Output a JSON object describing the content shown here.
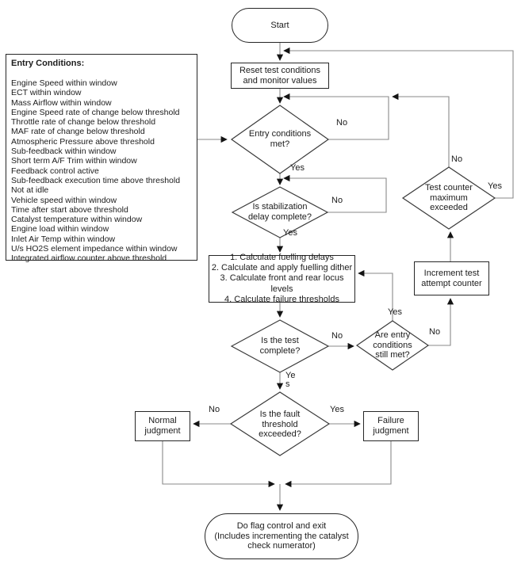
{
  "colors": {
    "background": "#ffffff",
    "ink": "#1c1c1c",
    "line": "#8a8a8a",
    "shape-border": "#3a3a3a",
    "arrow": "#141414"
  },
  "panel": {
    "title": "Entry Conditions:",
    "items": [
      "Engine Speed within window",
      "ECT within window",
      "Mass Airflow within window",
      "Engine Speed rate of change below threshold",
      "Throttle rate of change below threshold",
      "MAF rate of change below threshold",
      "Atmospheric Pressure above threshold",
      "Sub-feedback within window",
      "Short term A/F Trim within window",
      "Feedback control active",
      "Sub-feedback execution time above threshold",
      "Not at idle",
      "Vehicle speed within window",
      "Time after start above threshold",
      "Catalyst temperature within window",
      "Engine load within window",
      "Inlet Air Temp within window",
      "U/s HO2S element impedance within window",
      "Integrated airflow counter above threshold"
    ]
  },
  "nodes": {
    "start": {
      "label": "Start"
    },
    "reset": {
      "label": "Reset test conditions\nand monitor values"
    },
    "entry_met": {
      "label": "Entry conditions\nmet?"
    },
    "stabilization": {
      "label": "Is stabilization\ndelay complete?"
    },
    "calculate": {
      "lines": [
        "1.  Calculate fuelling delays",
        "2.  Calculate and apply fuelling dither",
        "3.  Calculate front and rear locus levels",
        "4.  Calculate failure thresholds"
      ]
    },
    "test_complete": {
      "label": "Is the test\ncomplete?"
    },
    "entry_still_met": {
      "label": "Are entry\nconditions\nstill met?"
    },
    "test_counter": {
      "label": "Test counter\nmaximum\nexceeded"
    },
    "increment": {
      "label": "Increment test\nattempt counter"
    },
    "normal": {
      "label": "Normal\njudgment"
    },
    "failure": {
      "label": "Failure\njudgment"
    },
    "fault": {
      "label": "Is the fault\nthreshold\nexceeded?"
    },
    "exit": {
      "label": "Do flag control and exit\n(Includes incrementing the catalyst\ncheck numerator)"
    }
  },
  "edge_labels": {
    "entry_no": "No",
    "entry_yes": "Yes",
    "stab_no": "No",
    "stab_yes": "Yes",
    "test_no": "No",
    "test_yes": "Ye\ns",
    "still_yes": "Yes",
    "still_no": "No",
    "counter_no": "No",
    "counter_yes": "Yes",
    "fault_no": "No",
    "fault_yes": "Yes"
  }
}
